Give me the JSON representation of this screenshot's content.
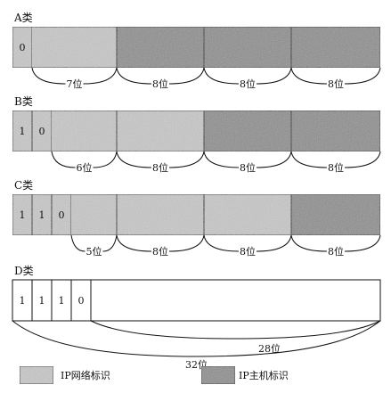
{
  "colors": {
    "network": "#c8c8c8",
    "host": "#8e8e8e",
    "stroke": "#111111",
    "background": "#ffffff"
  },
  "classes": [
    {
      "label": "A类",
      "bits": [
        "0"
      ],
      "segments": [
        "network",
        "host",
        "host",
        "host"
      ],
      "lengths": [
        "7位",
        "8位",
        "8位",
        "8位"
      ]
    },
    {
      "label": "B类",
      "bits": [
        "1",
        "0"
      ],
      "segments": [
        "network",
        "network",
        "host",
        "host"
      ],
      "lengths": [
        "6位",
        "8位",
        "8位",
        "8位"
      ]
    },
    {
      "label": "C类",
      "bits": [
        "1",
        "1",
        "0"
      ],
      "segments": [
        "network",
        "network",
        "network",
        "host"
      ],
      "lengths": [
        "5位",
        "8位",
        "8位",
        "8位"
      ]
    },
    {
      "label": "D类",
      "bits": [
        "1",
        "1",
        "1",
        "0"
      ],
      "segments": [
        "blank"
      ],
      "lengths": [
        "28位",
        "32位"
      ]
    }
  ],
  "legend": {
    "network": "IP网络标识",
    "host": "IP主机标识"
  }
}
